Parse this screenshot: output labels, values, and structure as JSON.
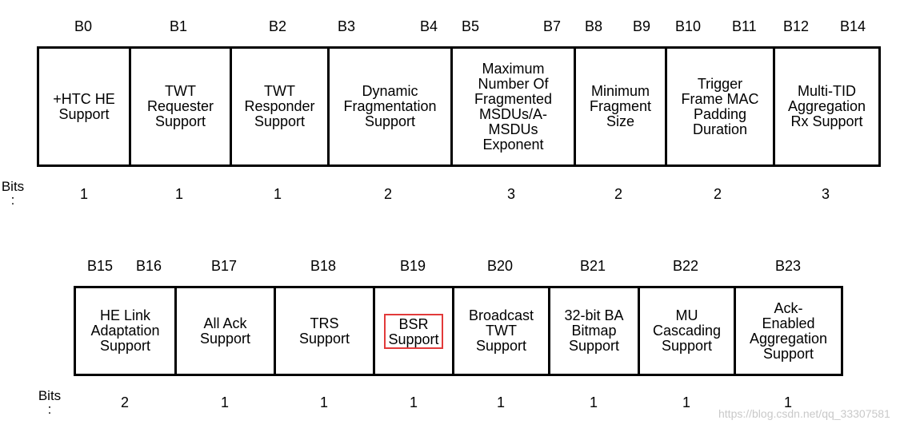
{
  "row1": {
    "bit_labels": [
      "B0",
      "B1",
      "B2",
      "B3",
      "B4",
      "B5",
      "B7",
      "B8",
      "B9",
      "B10",
      "B11",
      "B12",
      "B14"
    ],
    "fields": [
      "+HTC HE\nSupport",
      "TWT\nRequester\nSupport",
      "TWT\nResponder\nSupport",
      "Dynamic\nFragmentation\nSupport",
      "Maximum\nNumber Of\nFragmented\nMSDUs/A-\nMSDUs\nExponent",
      "Minimum\nFragment\nSize",
      "Trigger\nFrame MAC\nPadding\nDuration",
      "Multi-TID\nAggregation\nRx Support"
    ],
    "bits_label": "Bits",
    "bits_colon": ":",
    "bits": [
      "1",
      "1",
      "1",
      "2",
      "3",
      "2",
      "2",
      "3"
    ]
  },
  "row2": {
    "bit_labels": [
      "B15",
      "B16",
      "B17",
      "B18",
      "B19",
      "B20",
      "B21",
      "B22",
      "B23"
    ],
    "fields": [
      "HE Link\nAdaptation\nSupport",
      "All Ack\nSupport",
      "TRS\nSupport",
      "BSR\nSupport",
      "Broadcast\nTWT\nSupport",
      "32-bit BA\nBitmap\nSupport",
      "MU\nCascading\nSupport",
      "Ack-\nEnabled\nAggregation\nSupport"
    ],
    "highlighted_field_index": 3,
    "highlight_color": "#e23a3a",
    "bits_label": "Bits",
    "bits_colon": ":",
    "bits": [
      "2",
      "1",
      "1",
      "1",
      "1",
      "1",
      "1",
      "1"
    ]
  },
  "watermark": "https://blog.csdn.net/qq_33307581"
}
